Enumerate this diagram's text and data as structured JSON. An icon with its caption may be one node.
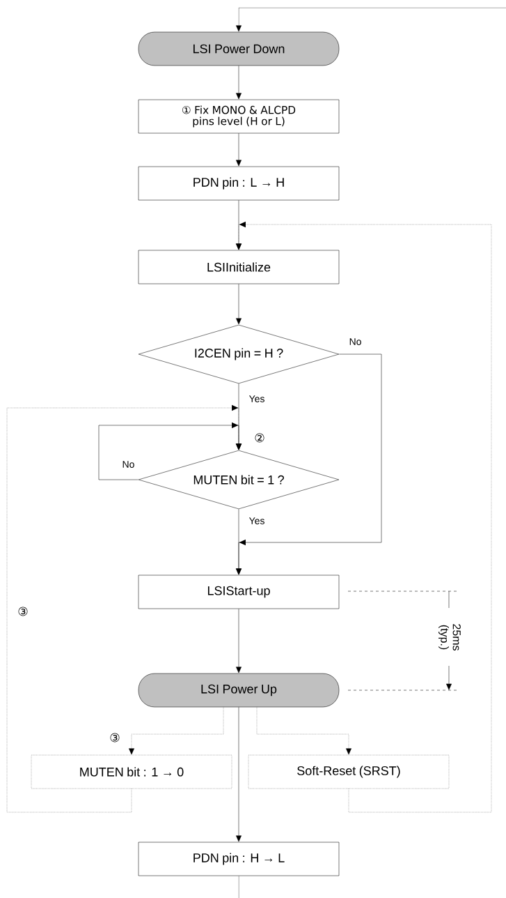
{
  "diagram": {
    "nodes": [
      {
        "text": [
          "LSI Power Down"
        ]
      },
      {
        "text": [
          "① Fix MONO & ALCPD pins level (H or L)"
        ]
      },
      {
        "text": [
          "PDN pin : L → H"
        ]
      },
      {
        "text": [
          "LSIInitialize"
        ]
      },
      {
        "text": [
          "I2CEN pin = H ?"
        ]
      },
      {
        "text": [
          "MUTEN bit = 1 ?"
        ]
      },
      {
        "text": [
          "LSIStart-up"
        ]
      },
      {
        "text": [
          "LSI Power Up"
        ]
      },
      {
        "text": [
          "MUTEN bit : 1 → 0"
        ]
      },
      {
        "text": [
          "Soft-Reset (SRST)"
        ]
      },
      {
        "text": [
          "PDN pin : H → L"
        ]
      }
    ],
    "edges": [
      {
        "from": null,
        "to": 0,
        "arrow": "to"
      },
      {
        "from": 0,
        "to": 1,
        "arrow": "to"
      },
      {
        "from": 1,
        "to": 2,
        "arrow": "to"
      },
      {
        "from": 2,
        "to": 3,
        "arrow": "to"
      },
      {
        "from": 3,
        "to": 4,
        "arrow": "to"
      },
      {
        "from": 4,
        "to": 5,
        "arrow": "to",
        "label": "Yes"
      },
      {
        "from": 5,
        "to": 5,
        "arrow": "to",
        "label": "No"
      },
      {
        "from": 5,
        "to": 6,
        "arrow": "to",
        "label": "Yes"
      },
      {
        "from": 4,
        "to": 6,
        "arrow": "to",
        "label": "No"
      },
      {
        "from": 6,
        "to": 7,
        "arrow": "to"
      },
      {
        "from": 7,
        "to": 8,
        "arrow": "to",
        "style": "dashed"
      },
      {
        "from": 7,
        "to": 9,
        "arrow": "to",
        "style": "dashed"
      },
      {
        "from": 7,
        "to": 10,
        "arrow": "to"
      },
      {
        "from": 8,
        "to": 5,
        "arrow": "to",
        "style": "dashed"
      },
      {
        "from": 9,
        "to": 3,
        "arrow": "to",
        "style": "dashed"
      },
      {
        "from": 10,
        "to": null,
        "arrow": "none"
      }
    ],
    "labels": [
      "②",
      "③",
      "③",
      "25ms (typ.)"
    ]
  }
}
